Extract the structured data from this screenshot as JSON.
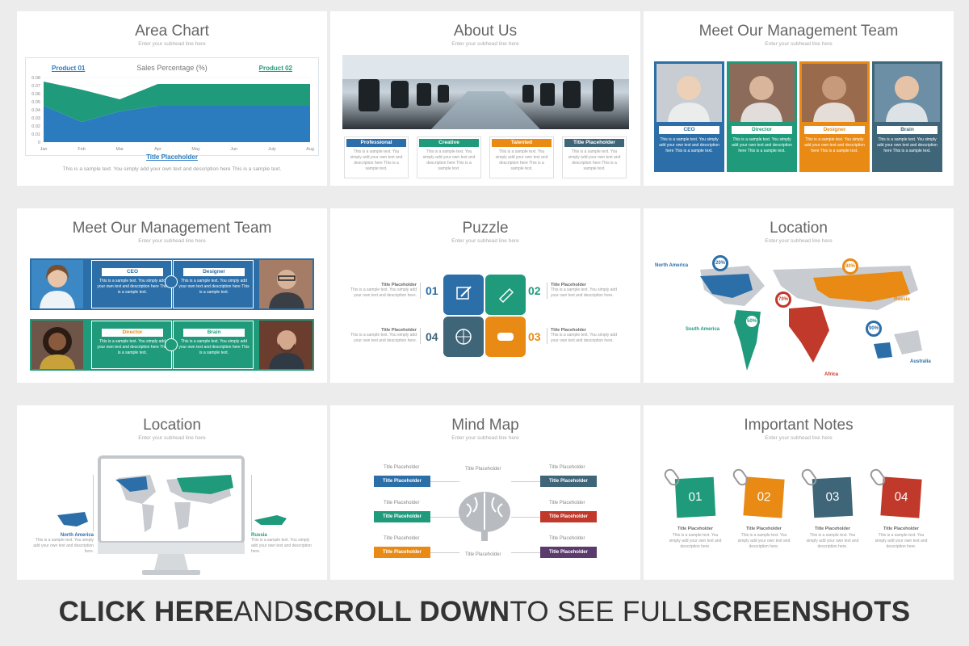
{
  "subhead": "Enter your subhead line here",
  "sample_short": "This is a sample text. You simply add your own text and description here This is a sample text.",
  "slides": {
    "area_chart": {
      "title": "Area Chart",
      "caption_title": "Title Placeholder",
      "caption_text": "This is a sample text. You simply add your own text and description here This is a sample text."
    },
    "about": {
      "title": "About Us",
      "cards": [
        {
          "label": "Professional",
          "color": "#2b6ea8"
        },
        {
          "label": "Creative",
          "color": "#1f9b7c"
        },
        {
          "label": "Talented",
          "color": "#e98a14"
        },
        {
          "label": "Title Placeholder",
          "color": "#3f6578"
        }
      ],
      "card_text": "This is a sample text. You simply add your own text and description here This is a sample text."
    },
    "team1": {
      "title": "Meet Our Management Team",
      "members": [
        {
          "role": "CEO",
          "color": "#2b6ea8"
        },
        {
          "role": "Director",
          "color": "#1f9b7c"
        },
        {
          "role": "Designer",
          "color": "#e98a14"
        },
        {
          "role": "Brain",
          "color": "#3f6578"
        }
      ],
      "text": "This is a sample text. You simply add your own text and description here This is a sample text."
    },
    "team2": {
      "title": "Meet Our Management Team",
      "members": [
        {
          "role": "CEO"
        },
        {
          "role": "Designer"
        },
        {
          "role": "Director"
        },
        {
          "role": "Brain"
        }
      ],
      "text": "This is a sample text. You simply add your own text and description here This is a sample text."
    },
    "puzzle": {
      "title": "Puzzle",
      "items": [
        {
          "num": "01",
          "title": "Title Placeholder",
          "color": "#2b6ea8"
        },
        {
          "num": "02",
          "title": "Title Placeholder",
          "color": "#1f9b7c"
        },
        {
          "num": "03",
          "title": "Title Placeholder",
          "color": "#e98a14"
        },
        {
          "num": "04",
          "title": "Title Placeholder",
          "color": "#3f6578"
        }
      ],
      "text": "This is a sample text. You simply add your own text and description here."
    },
    "location1": {
      "title": "Location",
      "regions": [
        {
          "name": "North America",
          "pct": "20%",
          "color": "#2b6ea8"
        },
        {
          "name": "Russia",
          "pct": "80%",
          "color": "#e98a14"
        },
        {
          "name": "Africa",
          "pct": "70%",
          "color": "#c0392b"
        },
        {
          "name": "South America",
          "pct": "50%",
          "color": "#1f9b7c"
        },
        {
          "name": "Australia",
          "pct": "90%",
          "color": "#2b6ea8"
        }
      ]
    },
    "location2": {
      "title": "Location",
      "left_label": "North America",
      "right_label": "Russia",
      "text": "This is a sample text. You simply add your own text and description here."
    },
    "mindmap": {
      "title": "Mind Map",
      "top_label": "Title Placeholder",
      "bottom_label": "Title Placeholder",
      "left": [
        {
          "title": "Title Placeholder",
          "box": "Title Placeholder",
          "color": "#2b6ea8"
        },
        {
          "title": "Title Placeholder",
          "box": "Title Placeholder",
          "color": "#1f9b7c"
        },
        {
          "title": "Title Placeholder",
          "box": "Title Placeholder",
          "color": "#e98a14"
        }
      ],
      "right": [
        {
          "title": "Title Placeholder",
          "box": "Title Placeholder",
          "color": "#3f6578"
        },
        {
          "title": "Title Placeholder",
          "box": "Title Placeholder",
          "color": "#c0392b"
        },
        {
          "title": "Title Placeholder",
          "box": "Title Placeholder",
          "color": "#5b3a6e"
        }
      ]
    },
    "notes": {
      "title": "Important Notes",
      "items": [
        {
          "num": "01",
          "title": "Title Placeholder",
          "color": "#1f9b7c"
        },
        {
          "num": "02",
          "title": "Title Placeholder",
          "color": "#e98a14"
        },
        {
          "num": "03",
          "title": "Title Placeholder",
          "color": "#3f6578"
        },
        {
          "num": "04",
          "title": "Title Placeholder",
          "color": "#c0392b"
        }
      ],
      "text": "This is a sample text. You simply add your own text and description here."
    }
  },
  "banner": {
    "part1": "CLICK HERE",
    "part2": " AND ",
    "part3": "SCROLL DOWN",
    "part4": " TO SEE FULL ",
    "part5": "SCREENSHOTS"
  },
  "chart_data": {
    "type": "area",
    "title": "Sales Percentage (%)",
    "categories": [
      "Jan",
      "Feb",
      "Mar",
      "Apr",
      "May",
      "Jun",
      "July",
      "Aug"
    ],
    "series": [
      {
        "name": "Product 01",
        "values": [
          0.045,
          0.025,
          0.038,
          0.045,
          0.045,
          0.045,
          0.045,
          0.045
        ],
        "color": "#2b7bbf"
      },
      {
        "name": "Product 02",
        "values": [
          0.03,
          0.04,
          0.015,
          0.027,
          0.027,
          0.027,
          0.027,
          0.027
        ],
        "color": "#1f9b7c"
      }
    ],
    "yticks": [
      "0",
      "0.01",
      "0.02",
      "0.03",
      "0.04",
      "0.05",
      "0.06",
      "0.07",
      "0.08"
    ],
    "ylim": [
      0,
      0.08
    ],
    "stacked": true,
    "grid": true
  }
}
